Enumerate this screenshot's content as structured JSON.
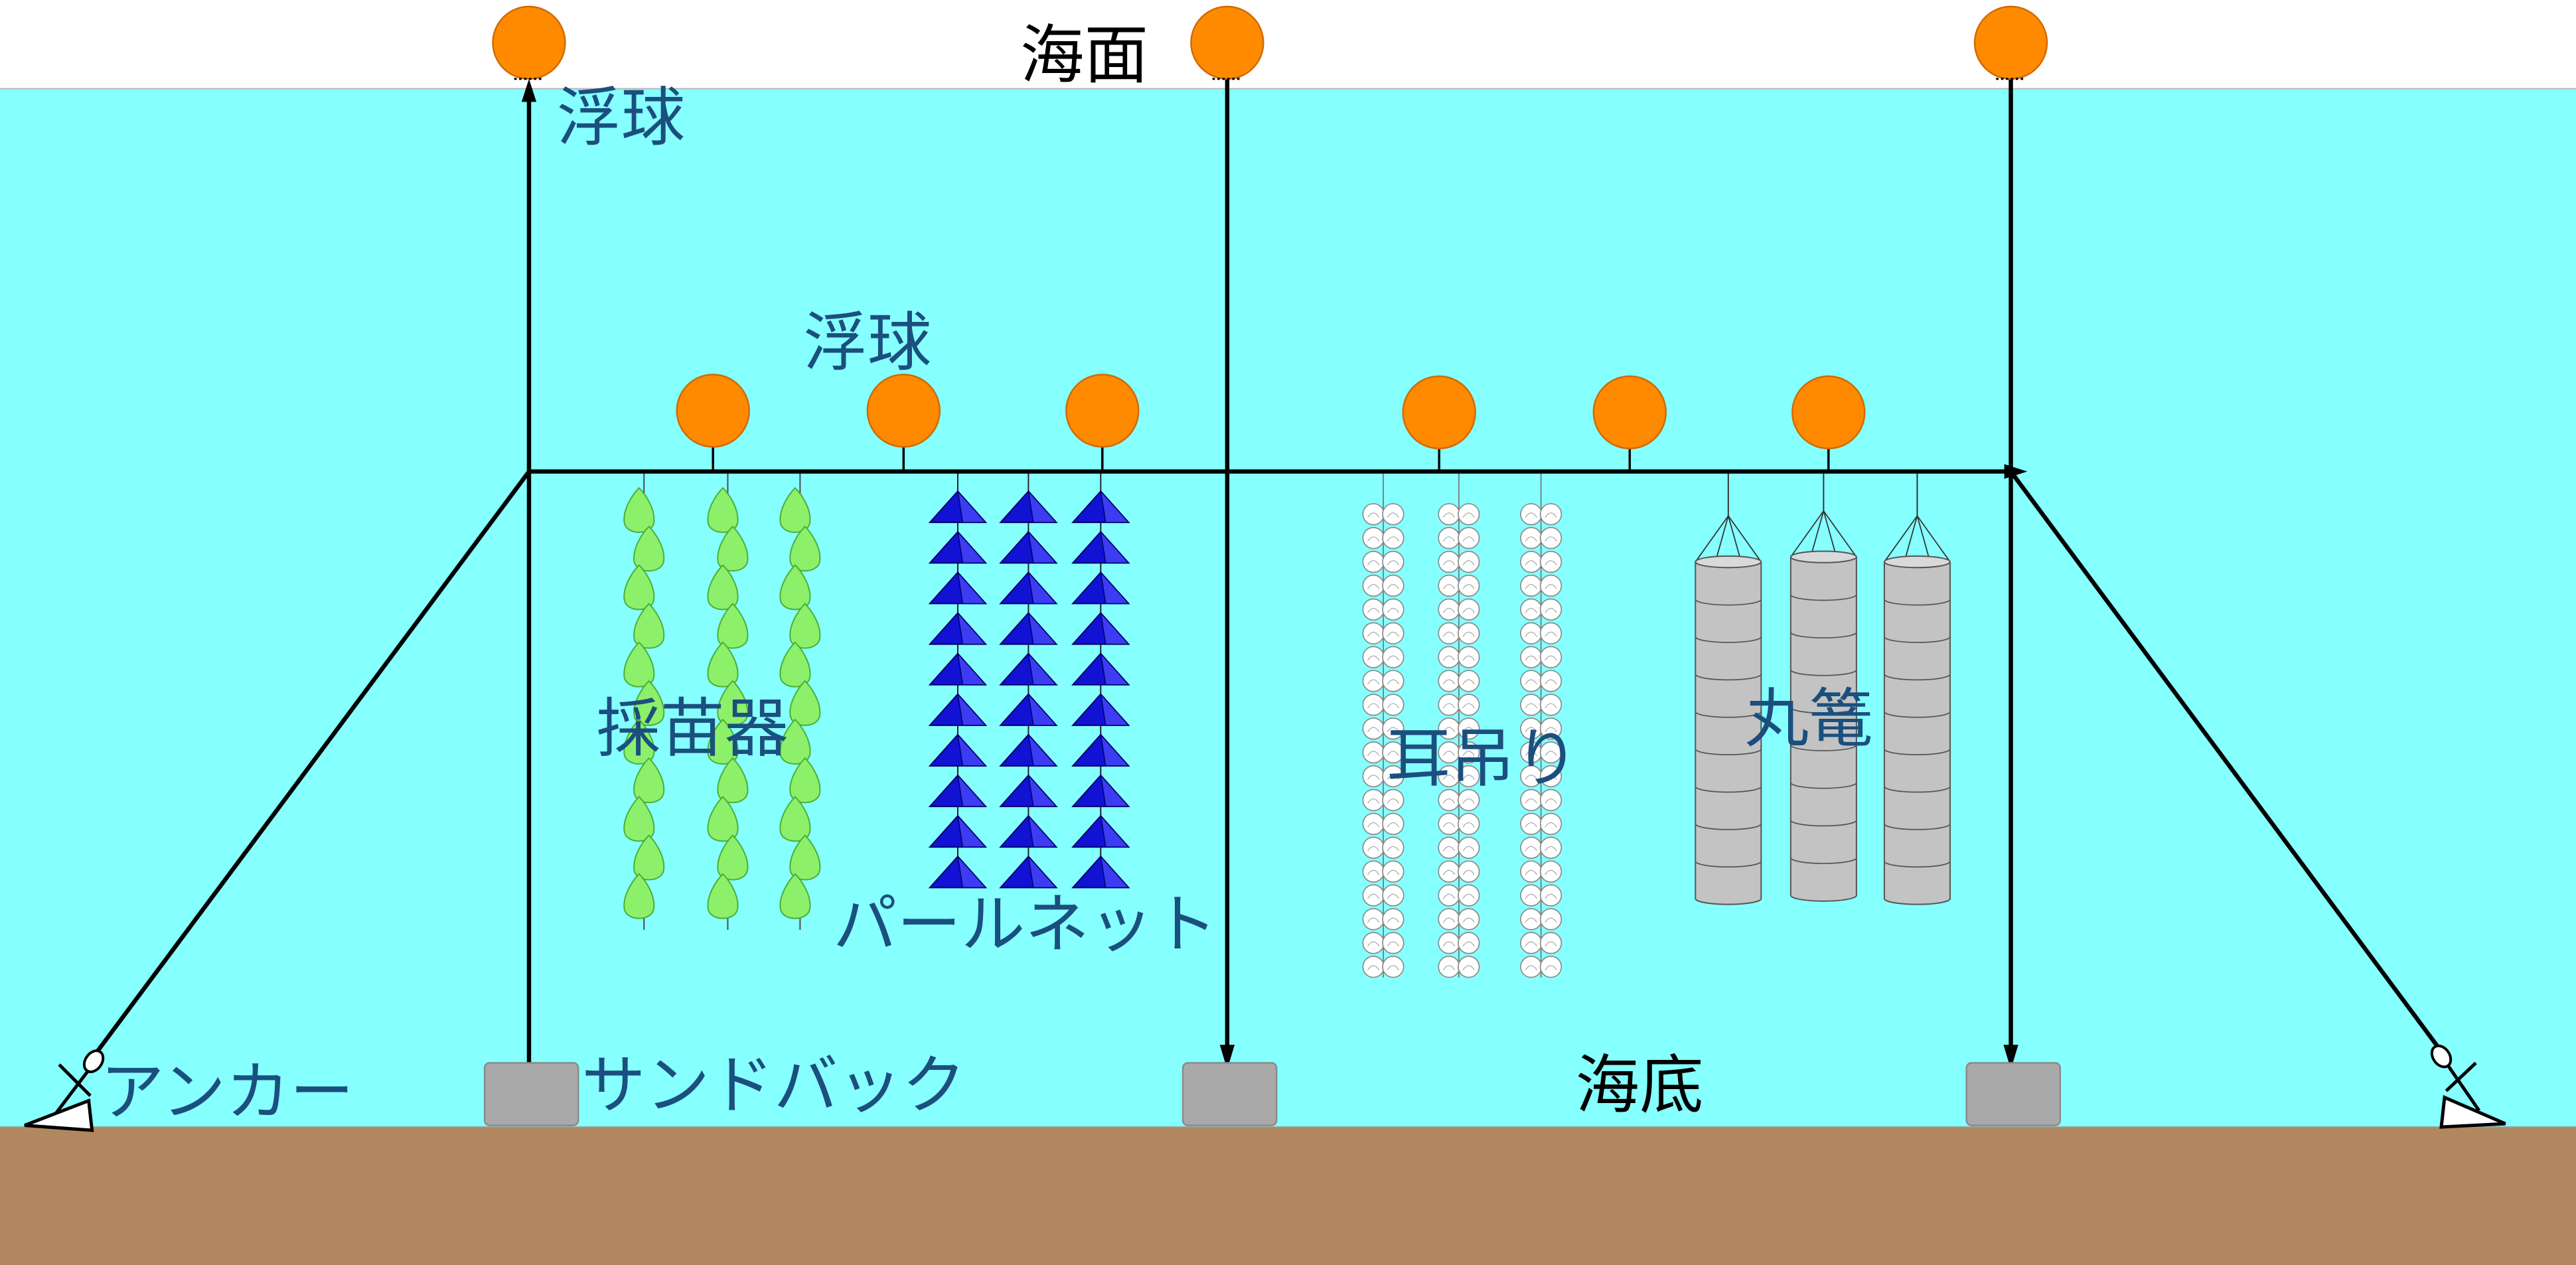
{
  "labels": {
    "sea_surface": "海面",
    "float_top": "浮球",
    "float_mid": "浮球",
    "seed_collector": "採苗器",
    "pearl_net": "パールネット",
    "ear_hanging": "耳吊り",
    "lantern_net": "丸篭",
    "anchor": "アンカー",
    "sandbag": "サンドバック",
    "seabed": "海底"
  },
  "colors": {
    "sky": "#FFFFFF",
    "water": "#86FFFF",
    "seabed": "#B0875F",
    "float": "#FF8A00",
    "rope": "#000000",
    "sandbag": "#A9A9A9",
    "seed_collector": "#8CF06A",
    "pearl_net": "#1212D4",
    "pearl_net_face": "#3C3CF2",
    "shell": "#FFFFFF",
    "lantern_net": "#C3C3C3",
    "label_text": "#1B4F7E",
    "sea_text": "#000000",
    "anchor": "#FFFFFF"
  }
}
